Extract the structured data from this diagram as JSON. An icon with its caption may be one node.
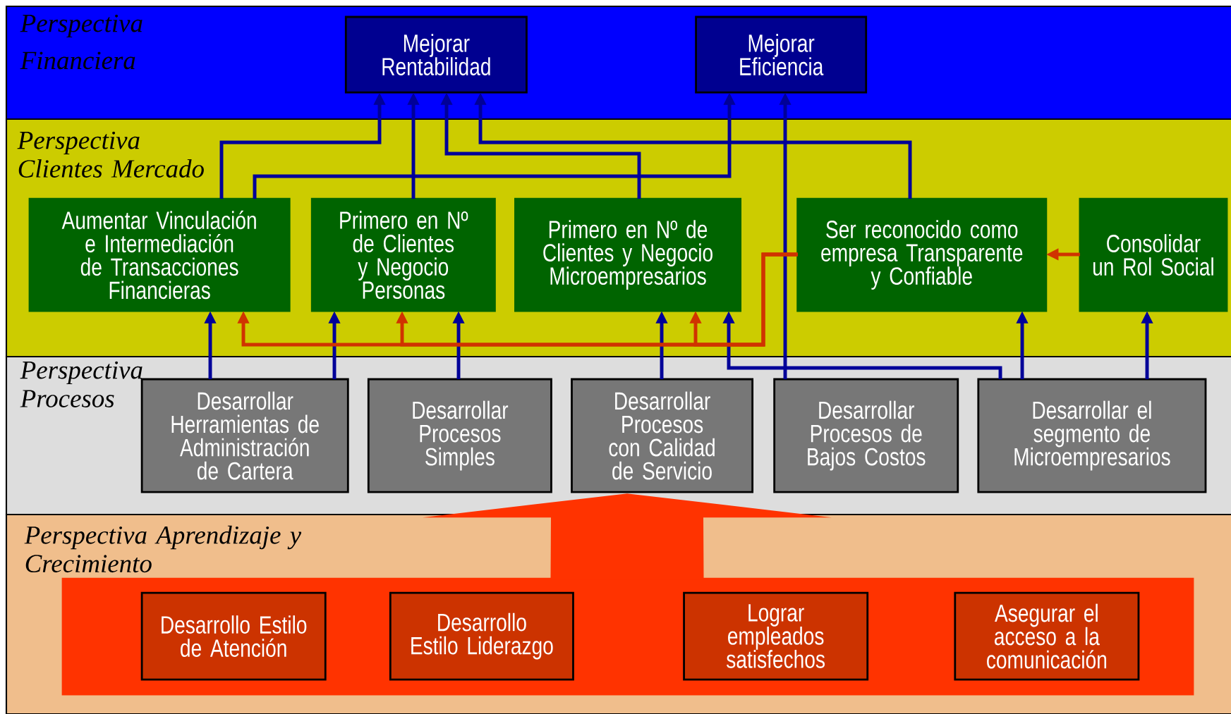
{
  "diagram": {
    "nodes": [
      {
        "text": [
          "Perspectiva Financiera"
        ]
      },
      {
        "text": [
          "Mejorar Rentabilidad"
        ],
        "in": 0
      },
      {
        "text": [
          "Mejorar Eficiencia"
        ],
        "in": 0
      },
      {
        "text": [
          "Perspectiva Clientes Mercado"
        ]
      },
      {
        "text": [
          "Aumentar Vinculación e Intermediación de Transacciones Financieras"
        ],
        "in": 3
      },
      {
        "text": [
          "Primero en Nº de Clientes y Negocio Personas"
        ],
        "in": 3
      },
      {
        "text": [
          "Primero en Nº de Clientes y Negocio Microempresarios"
        ],
        "in": 3
      },
      {
        "text": [
          "Ser reconocido como empresa Transparente y Confiable"
        ],
        "in": 3
      },
      {
        "text": [
          "Consolidar un Rol Social"
        ],
        "in": 3
      },
      {
        "text": [
          "Perspectiva Procesos"
        ]
      },
      {
        "text": [
          "Desarrollar Herramientas de Administración de Cartera"
        ],
        "in": 9
      },
      {
        "text": [
          "Desarrollar Procesos Simples"
        ],
        "in": 9
      },
      {
        "text": [
          "Desarrollar Procesos con Calidad de Servicio"
        ],
        "in": 9
      },
      {
        "text": [
          "Desarrollar Procesos de Bajos Costos"
        ],
        "in": 9
      },
      {
        "text": [
          "Desarrollar el segmento de Microempresarios"
        ],
        "in": 9
      },
      {
        "text": [
          "Perspectiva Aprendizaje y Crecimiento"
        ]
      },
      {
        "text": [],
        "shape": "box",
        "in": 15
      },
      {
        "text": [
          "Desarrollo Estilo de Atención"
        ],
        "in": 16
      },
      {
        "text": [
          "Desarrollo Estilo Liderazgo"
        ],
        "in": 16
      },
      {
        "text": [
          "Lograr empleados satisfechos"
        ],
        "in": 16
      },
      {
        "text": [
          "Asegurar el acceso a la comunicación"
        ],
        "in": 16
      }
    ],
    "edges": [
      {
        "from": 4,
        "to": 1,
        "arrow": "to"
      },
      {
        "from": 5,
        "to": 1,
        "arrow": "to"
      },
      {
        "from": 6,
        "to": 1,
        "arrow": "to"
      },
      {
        "from": 7,
        "to": 1,
        "arrow": "to"
      },
      {
        "from": 4,
        "to": 2,
        "arrow": "to"
      },
      {
        "from": 13,
        "to": 2,
        "arrow": "to"
      },
      {
        "from": 10,
        "to": 4,
        "arrow": "to"
      },
      {
        "from": 10,
        "to": 5,
        "arrow": "to"
      },
      {
        "from": 11,
        "to": 5,
        "arrow": "to"
      },
      {
        "from": 12,
        "to": 6,
        "arrow": "to"
      },
      {
        "from": 14,
        "to": 6,
        "arrow": "to"
      },
      {
        "from": 14,
        "to": 7,
        "arrow": "to"
      },
      {
        "from": 14,
        "to": 8,
        "arrow": "to"
      },
      {
        "from": 7,
        "to": 4,
        "arrow": "to",
        "color": "#d03300"
      },
      {
        "from": 7,
        "to": 5,
        "arrow": "to",
        "color": "#d03300"
      },
      {
        "from": 7,
        "to": 6,
        "arrow": "to",
        "color": "#d03300"
      },
      {
        "from": 8,
        "to": 7,
        "arrow": "to",
        "color": "#d03300"
      },
      {
        "from": 16,
        "to": 9,
        "arrow": "to",
        "style": "thick",
        "color": "#ff3300"
      }
    ]
  }
}
